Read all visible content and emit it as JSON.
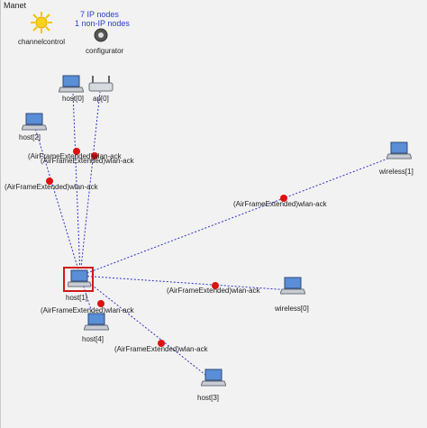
{
  "network": {
    "name": "Manet"
  },
  "stats": {
    "ip_nodes": "7 IP nodes",
    "non_ip_nodes": "1 non-IP nodes"
  },
  "modules": {
    "channelcontrol": "channelcontrol",
    "configurator": "configurator"
  },
  "nodes": {
    "host0": "host[0]",
    "ap0": "ap[0]",
    "host2": "host[2]",
    "host1": "host[1]",
    "host4": "host[4]",
    "host3": "host[3]",
    "wireless0": "wireless[0]",
    "wireless1": "wireless[1]"
  },
  "messages": {
    "m1": "(AirFrameExtended)wlan-ack",
    "m2": "(AirFrameExtended)wlan-ack",
    "m3": "(AirFrameExtended)wlan-ack",
    "m4": "(AirFrameExtended)wlan-ack",
    "m5": "(AirFrameExtended)wlan-ack",
    "m6": "(AirFrameExtended)wlan-ack",
    "m7": "(AirFrameExtended)wlan-ack"
  },
  "colors": {
    "link": "#3232c8",
    "message_dot": "#e01010",
    "selection": "#d01818",
    "stats_text": "#2a3cc8"
  }
}
